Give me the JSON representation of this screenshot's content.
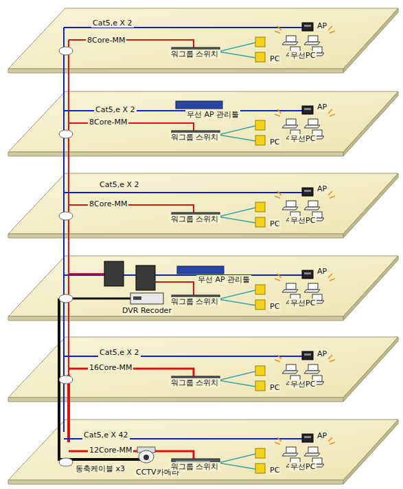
{
  "diagram": {
    "labels": [
      "Cat5,e X 2",
      "AP",
      "8Core-MM",
      "워그룹 스위치",
      "PC",
      "무선PC",
      "Cat5,e X 2",
      "무선 AP 관리툴",
      "AP",
      "8Core-MM",
      "워그룹 스위치",
      "PC",
      "무선PC",
      "Cat5,e X 2",
      "AP",
      "8Core-MM",
      "워그룹 스위치",
      "PC",
      "무선PC",
      "AP",
      "무선 AP 관리툴",
      "워그룹 스위치",
      "PC",
      "무선PC",
      "DVR Recoder",
      "Cat5,e X 2",
      "AP",
      "16Core-MM",
      "워그룹 스위치",
      "PC",
      "무선PC",
      "Cat5,e X 42",
      "AP",
      "12Core-MM",
      "동축케이블 x3",
      "CCTV카메라",
      "워그룹 스위치",
      "PC",
      "무선PC"
    ]
  }
}
